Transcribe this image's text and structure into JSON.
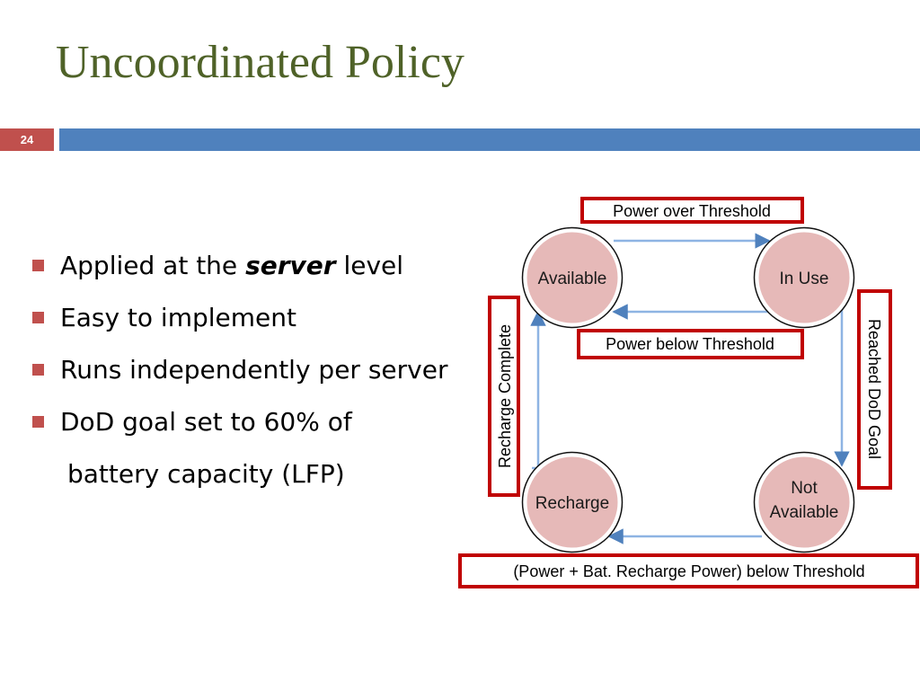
{
  "slide": {
    "title": "Uncoordinated Policy",
    "page_number": "24",
    "colors": {
      "title": "#4f6228",
      "accent_red": "#c0504d",
      "accent_blue": "#4f81bd"
    }
  },
  "bullets": [
    {
      "prefix": "Applied at the ",
      "emphasis": "server",
      "suffix": " level"
    },
    {
      "text": "Easy to implement"
    },
    {
      "text": "Runs independently per server"
    },
    {
      "text": "DoD goal set to 60% of"
    }
  ],
  "bullet_continuation": "battery capacity (LFP)",
  "diagram": {
    "states": {
      "available": "Available",
      "in_use": "In Use",
      "recharge": "Recharge",
      "not_available_line1": "Not",
      "not_available_line2": "Available"
    },
    "transitions": {
      "power_over": "Power over Threshold",
      "power_below": "Power below Threshold",
      "recharge_complete": "Recharge Complete",
      "reached_dod": "Reached DoD Goal",
      "combined_below": "(Power + Bat. Recharge Power) below Threshold"
    }
  }
}
